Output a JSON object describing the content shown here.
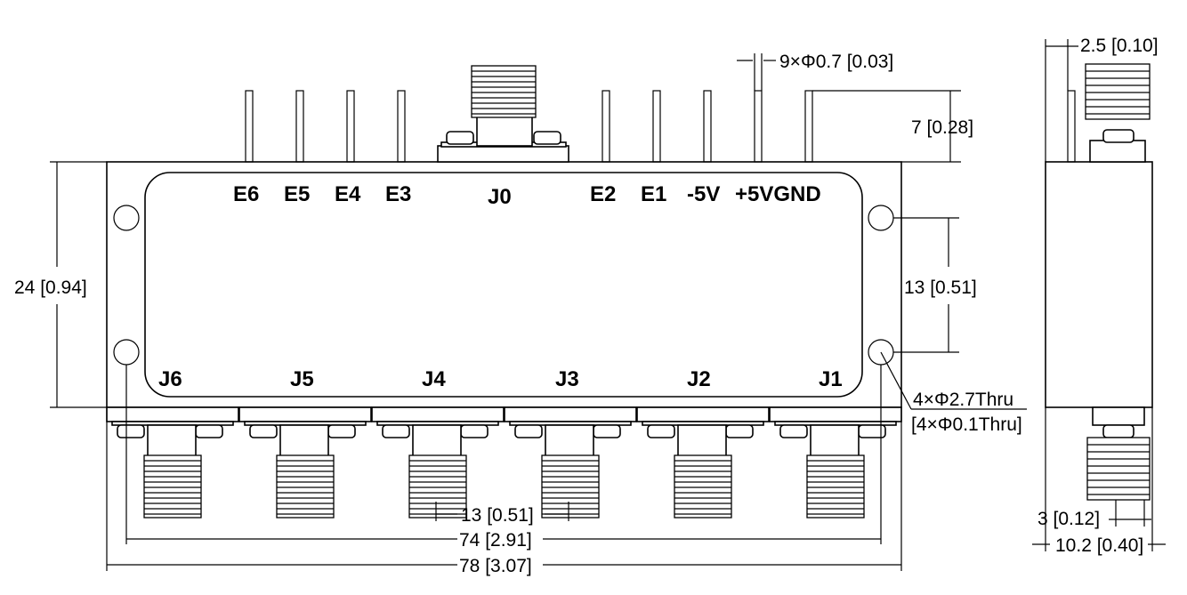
{
  "drawing": {
    "pin_labels": [
      "E6",
      "E5",
      "E4",
      "E3",
      "J0",
      "E2",
      "E1",
      "-5V",
      "+5VGND"
    ],
    "port_labels": [
      "J6",
      "J5",
      "J4",
      "J3",
      "J2",
      "J1"
    ],
    "dimensions": {
      "pin_dia": "9×Φ0.7 [0.03]",
      "pin_height": "7 [0.28]",
      "body_height": "24 [0.94]",
      "hole_pitch_v": "13 [0.51]",
      "hole_dia_1": "4×Φ2.7Thru",
      "hole_dia_2": "[4×Φ0.1Thru]",
      "port_pitch": "13 [0.51]",
      "hole_pitch_h": "74 [2.91]",
      "body_width": "78 [3.07]",
      "side_offset": "2.5 [0.10]",
      "side_conn": "3 [0.12]",
      "side_width": "10.2 [0.40]"
    }
  }
}
